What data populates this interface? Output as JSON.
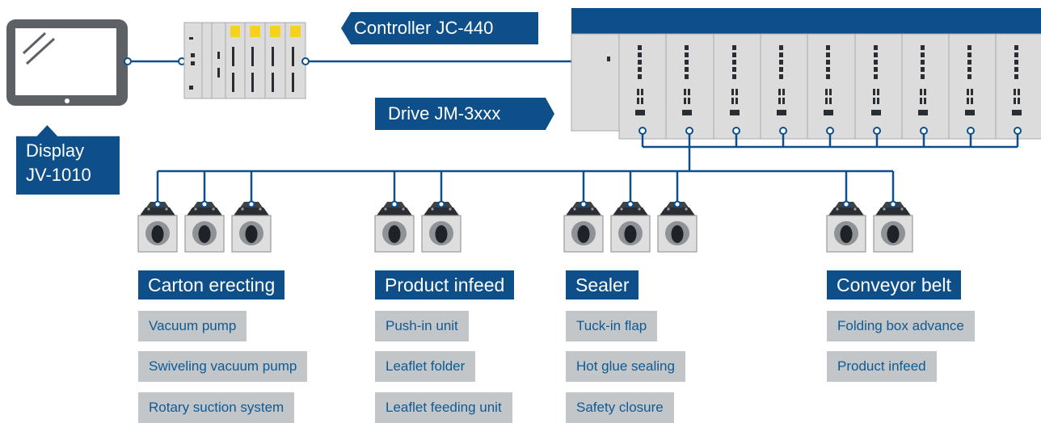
{
  "callouts": {
    "controller": "Controller JC-440",
    "drive": "Drive JM-3xxx",
    "display_line1": "Display",
    "display_line2": "JV-1010"
  },
  "groups": [
    {
      "title": "Carton erecting",
      "items": [
        "Vacuum pump",
        "Swiveling vacuum pump",
        "Rotary suction system"
      ]
    },
    {
      "title": "Product infeed",
      "items": [
        "Push-in unit",
        "Leaflet folder",
        "Leaflet feeding unit"
      ]
    },
    {
      "title": "Sealer",
      "items": [
        "Tuck-in flap",
        "Hot glue sealing",
        "Safety closure"
      ]
    },
    {
      "title": "Conveyor belt",
      "items": [
        "Folding box advance",
        "Product infeed"
      ]
    }
  ],
  "colors": {
    "brand_blue": "#0e4f8a",
    "tag_gray": "#c3c6c9",
    "tag_text": "#0e5a95",
    "device_gray": "#5d6165",
    "rack_gray": "#dcdcdc"
  },
  "icons": {
    "display": "tablet-display-icon",
    "controller": "controller-rack-icon",
    "drive": "drive-rack-icon",
    "motor": "servo-motor-icon"
  }
}
